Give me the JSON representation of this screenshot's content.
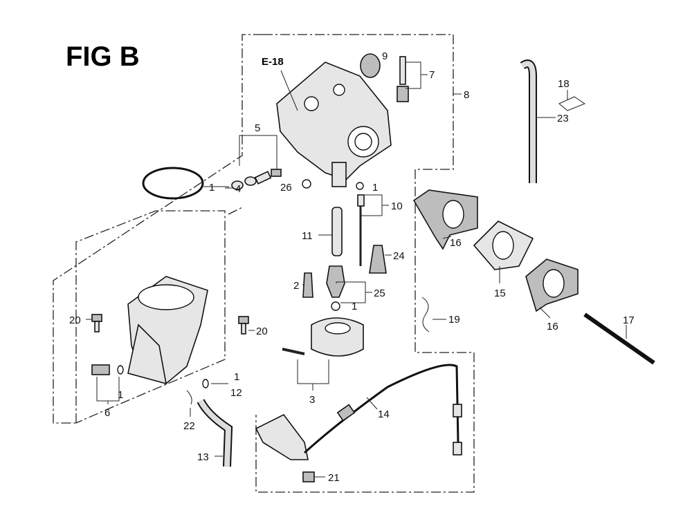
{
  "figure_title": "FIG B",
  "reference": "E-18",
  "labels": [
    "9",
    "7",
    "8",
    "5",
    "26",
    "1",
    "10",
    "11",
    "24",
    "1",
    "4",
    "2",
    "25",
    "1",
    "20",
    "20",
    "3",
    "6",
    "1",
    "1",
    "12",
    "22",
    "13",
    "14",
    "21",
    "16",
    "15",
    "16",
    "17",
    "18",
    "23",
    "19"
  ]
}
